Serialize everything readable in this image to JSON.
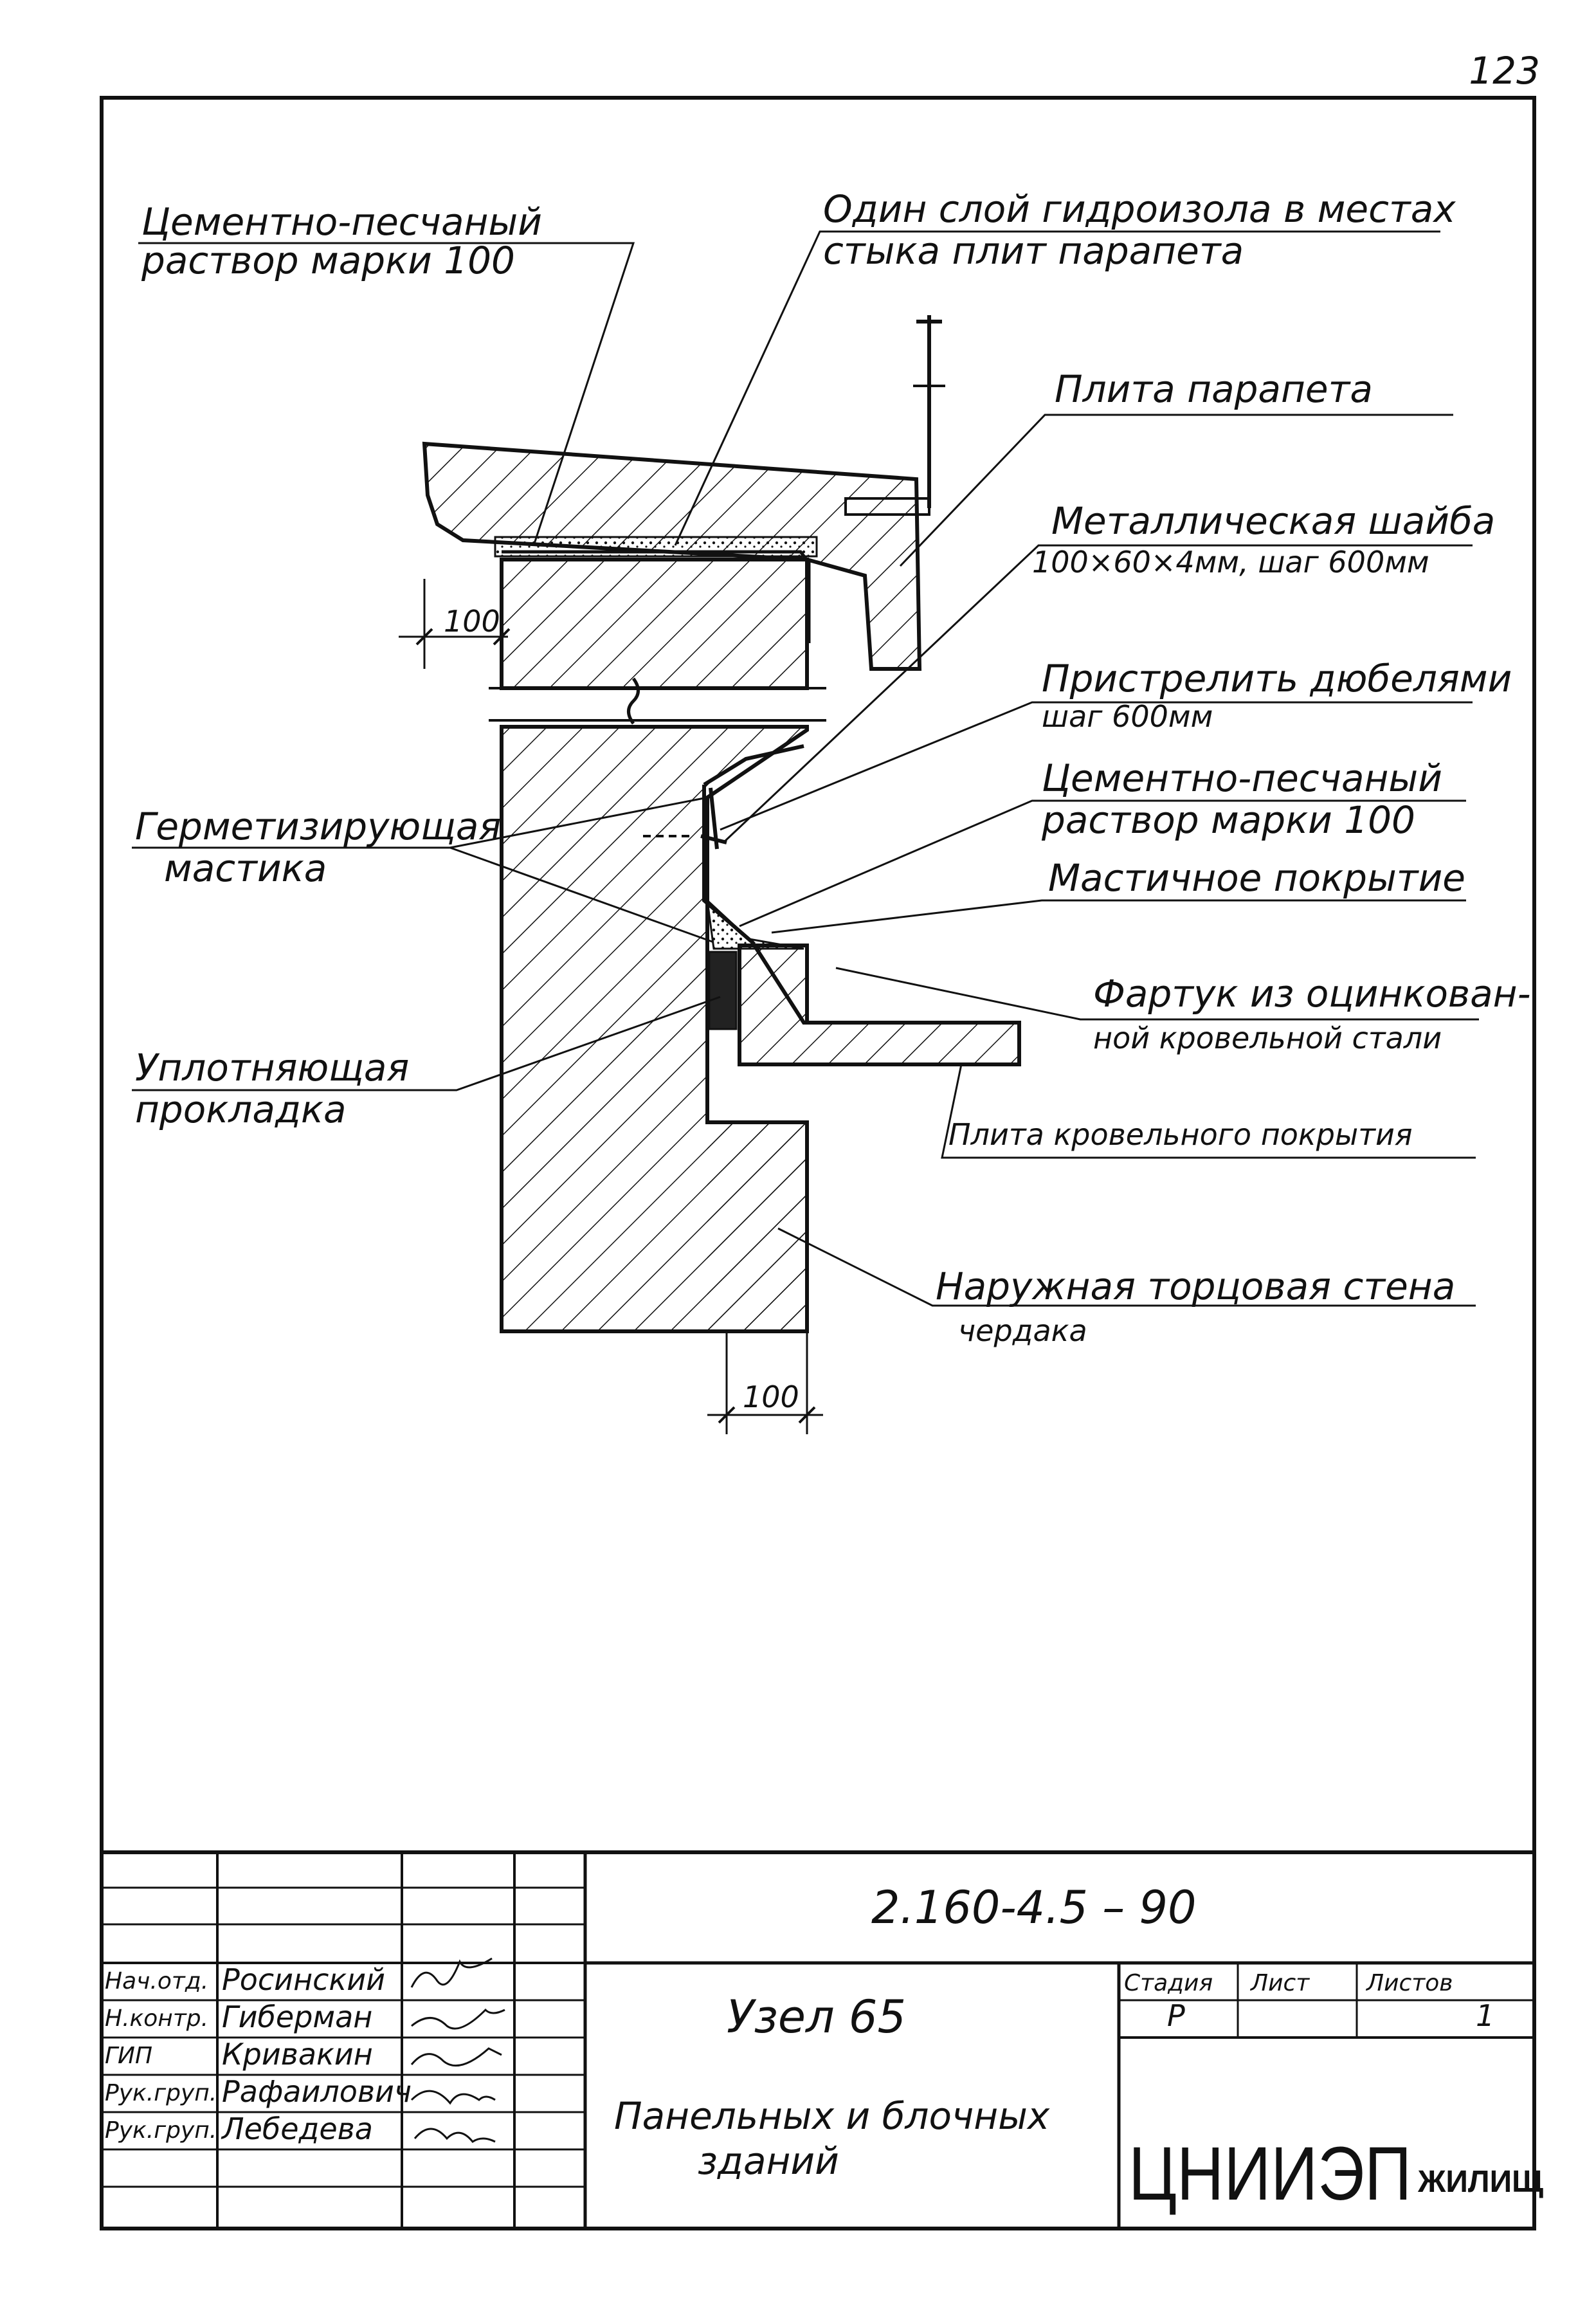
{
  "page_number": "123",
  "callouts": {
    "cement_top_l1": "Цементно-песчаный",
    "cement_top_l2": "раствор марки 100",
    "hydro_l1": "Один слой гидроизола в местах",
    "hydro_l2": "стыка плит парапета",
    "parapet_slab": "Плита парапета",
    "washer_l1": "Металлическая шайба",
    "washer_l2": "100×60×4мм, шаг 600мм",
    "dowel_l1": "Пристрелить дюбелями",
    "dowel_l2": "шаг 600мм",
    "cement_mid_l1": "Цементно-песчаный",
    "cement_mid_l2": "раствор марки 100",
    "mastic_cover": "Мастичное покрытие",
    "sealant_l1": "Герметизирующая",
    "sealant_l2": "мастика",
    "apron_l1": "Фартук из оцинкован-",
    "apron_l2": "ной кровельной стали",
    "gasket_l1": "Уплотняющая",
    "gasket_l2": "прокладка",
    "roof_slab": "Плита кровельного покрытия",
    "wall_l1": "Наружная торцовая стена",
    "wall_l2": "чердака"
  },
  "dimensions": {
    "dim_top": "100",
    "dim_bottom": "100"
  },
  "title_block": {
    "doc_code": "2.160-4.5 – 90",
    "node_title": "Узел 65",
    "subtitle_l1": "Панельных и блочных",
    "subtitle_l2": "зданий",
    "stage_header": "Стадия",
    "sheet_header": "Лист",
    "sheets_header": "Листов",
    "stage_value": "Р",
    "sheet_value": "",
    "sheets_value": "1",
    "org_logo": "ЦНИИЭП",
    "org_suffix": "ЖИЛИЩ",
    "roles": [
      {
        "role": "Нач.отд.",
        "name": "Росинский"
      },
      {
        "role": "Н.контр.",
        "name": "Гиберман"
      },
      {
        "role": "ГИП",
        "name": "Кривакин"
      },
      {
        "role": "Рук.груп.",
        "name": "Рафаилович"
      },
      {
        "role": "Рук.груп.",
        "name": "Лебедева"
      }
    ]
  }
}
